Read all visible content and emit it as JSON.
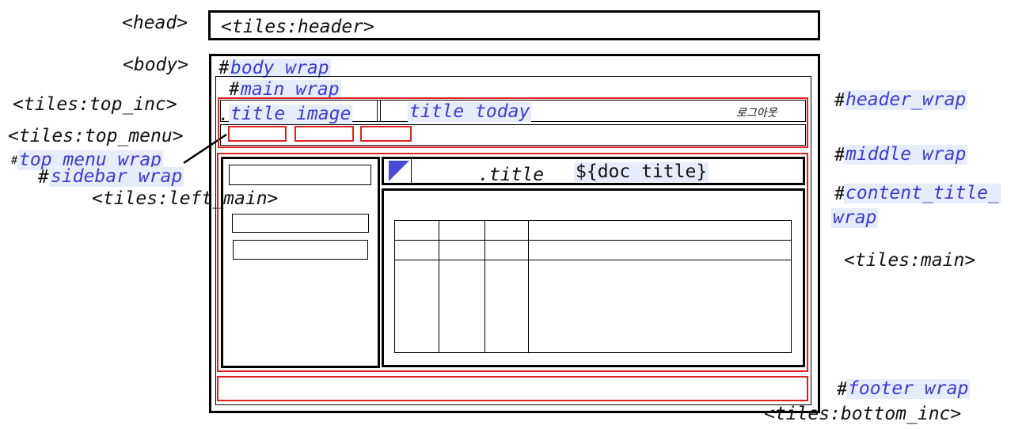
{
  "left_labels": {
    "head": "<head>",
    "body": "<body>",
    "top_inc": "<tiles:top_inc>",
    "top_menu": "<tiles:top_menu>",
    "top_menu_wrap_hash": "#",
    "top_menu_wrap": "top_menu_wrap",
    "sidebar_wrap_hash": "#",
    "sidebar_wrap": "sidebar wrap",
    "left_main": "<tiles:left_main>"
  },
  "right_labels": {
    "header_wrap_hash": "#",
    "header_wrap": "header_wrap",
    "middle_wrap_hash": "#",
    "middle_wrap": "middle wrap",
    "content_title_wrap_hash": "#",
    "content_title_wrap_1": "content_title_",
    "content_title_wrap_2": "wrap",
    "main": "<tiles:main>",
    "footer_wrap_hash": "#",
    "footer_wrap": "footer wrap",
    "bottom_inc": "<tiles:bottom_inc>"
  },
  "boxes": {
    "tiles_header": "<tiles:header>",
    "body_wrap_hash": "#",
    "body_wrap": "body wrap",
    "main_wrap_hash": "#",
    "main_wrap": "main wrap",
    "title_image_dot": ".",
    "title_image": " title image",
    "title_today": " title today",
    "logout": "로그아웃",
    "title_dot": ".title",
    "doc_title": "${doc title}"
  },
  "colors": {
    "accent_blue": "#3b3bd6",
    "highlight_bg": "#e6ecfa",
    "wrap_red": "#e02020",
    "title_flag": "#4a4ad8"
  }
}
